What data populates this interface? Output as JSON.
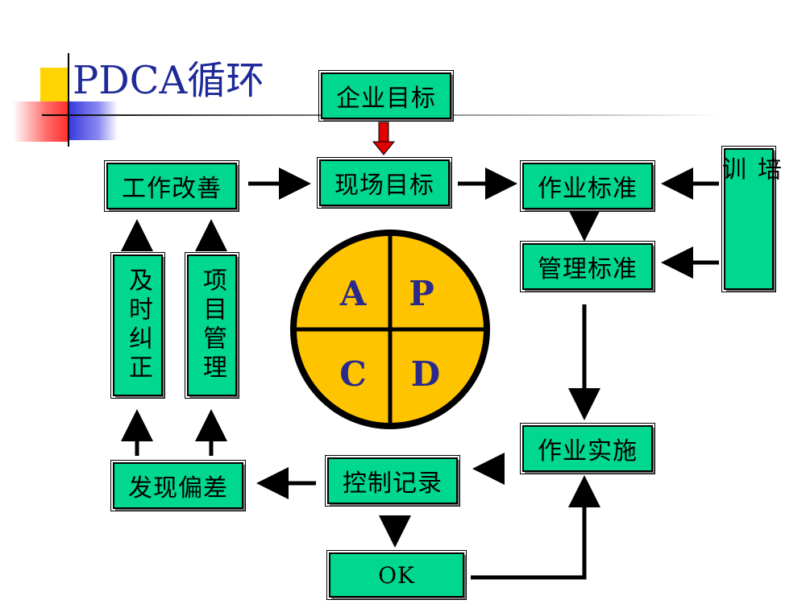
{
  "title": "PDCA循环",
  "colors": {
    "box": "#00d88f",
    "circle": "#ffc400",
    "title": "#1f2a99",
    "accent_arrow": "#e00000"
  },
  "boxes": {
    "enterprise_goal": "企业目标",
    "site_goal": "现场目标",
    "work_improve": "工作改善",
    "work_standard": "作业标准",
    "manage_standard": "管理标准",
    "training": "培训",
    "timely_correct": "及时纠正",
    "project_manage": "项目管理",
    "find_deviation": "发现偏差",
    "control_record": "控制记录",
    "work_implement": "作业实施",
    "ok": "OK"
  },
  "pdca": {
    "a": "A",
    "p": "P",
    "c": "C",
    "d": "D"
  }
}
